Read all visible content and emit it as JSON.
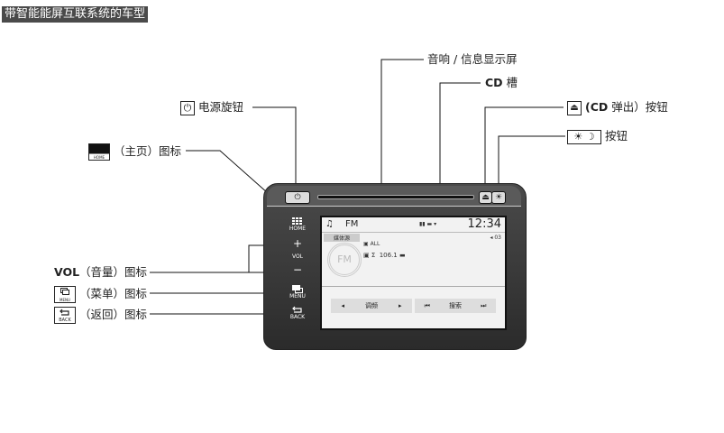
{
  "header": {
    "title": "带智能能屏互联系统的车型"
  },
  "labels": {
    "power": "电源旋钮",
    "home": "（主页）图标",
    "home_icon_text": "HOME",
    "vol_prefix": "VOL",
    "vol": "（音量）图标",
    "menu": "（菜单）图标",
    "menu_icon_text": "MENU",
    "back": "（返回）图标",
    "back_icon_text": "BACK",
    "display": "音响 / 信息显示屏",
    "cd_slot_prefix": "CD",
    "cd_slot": "槽",
    "eject_cd": "(CD",
    "eject_rest": "弹出）按钮",
    "daynight": "按钮"
  },
  "device": {
    "home": "HOME",
    "vol": "VOL",
    "menu": "MENU",
    "back": "BACK"
  },
  "screen": {
    "band": "FM",
    "clock": "12:34",
    "source": "媒体源",
    "all": "ALL",
    "freq": "106.1",
    "preset": "03",
    "tune_label": "调频",
    "search_label": "搜索"
  }
}
